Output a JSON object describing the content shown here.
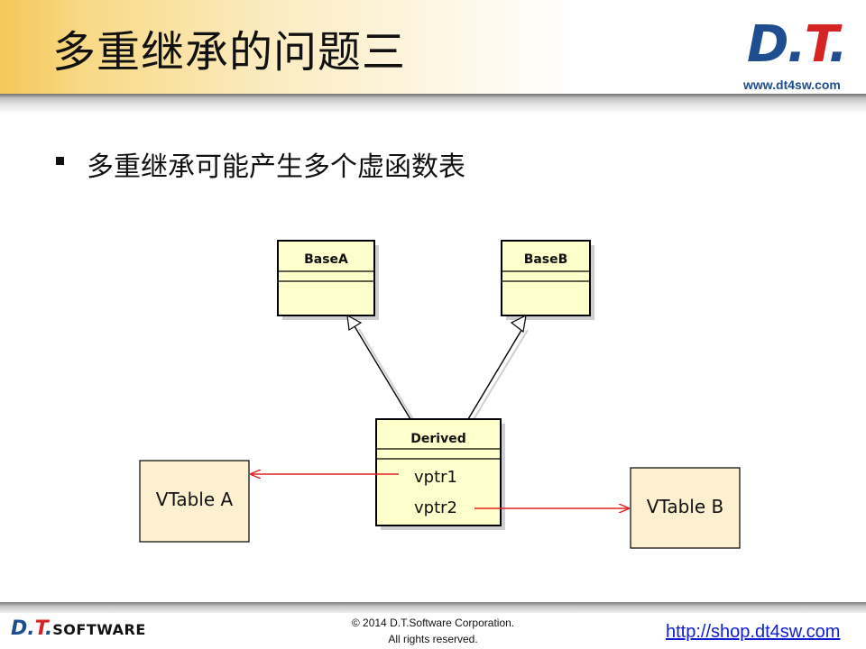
{
  "slide": {
    "title": "多重继承的问题三",
    "logo": {
      "d": "D",
      "dot1": ".",
      "t": "T",
      "dot2": ".",
      "url": "www.dt4sw.com"
    },
    "bullet": "多重继承可能产生多个虚函数表"
  },
  "diagram": {
    "classes": {
      "base_a": {
        "name": "BaseA"
      },
      "base_b": {
        "name": "BaseB"
      },
      "derived": {
        "name": "Derived",
        "members": [
          "vptr1",
          "vptr2"
        ]
      }
    },
    "vtables": {
      "a": "VTable A",
      "b": "VTable B"
    },
    "colors": {
      "class_fill": "#ffffcc",
      "vtable_fill": "#fdf0d0",
      "arrow": "#e02020",
      "border": "#000000"
    }
  },
  "footer": {
    "logo": {
      "dt_d": "D",
      "dt_dot1": ".",
      "dt_t": "T",
      "dt_dot2": ".",
      "software": "SOFTWARE"
    },
    "copyright_line1": "© 2014 D.T.Software Corporation.",
    "copyright_line2": "All rights reserved.",
    "link": "http://shop.dt4sw.com"
  }
}
